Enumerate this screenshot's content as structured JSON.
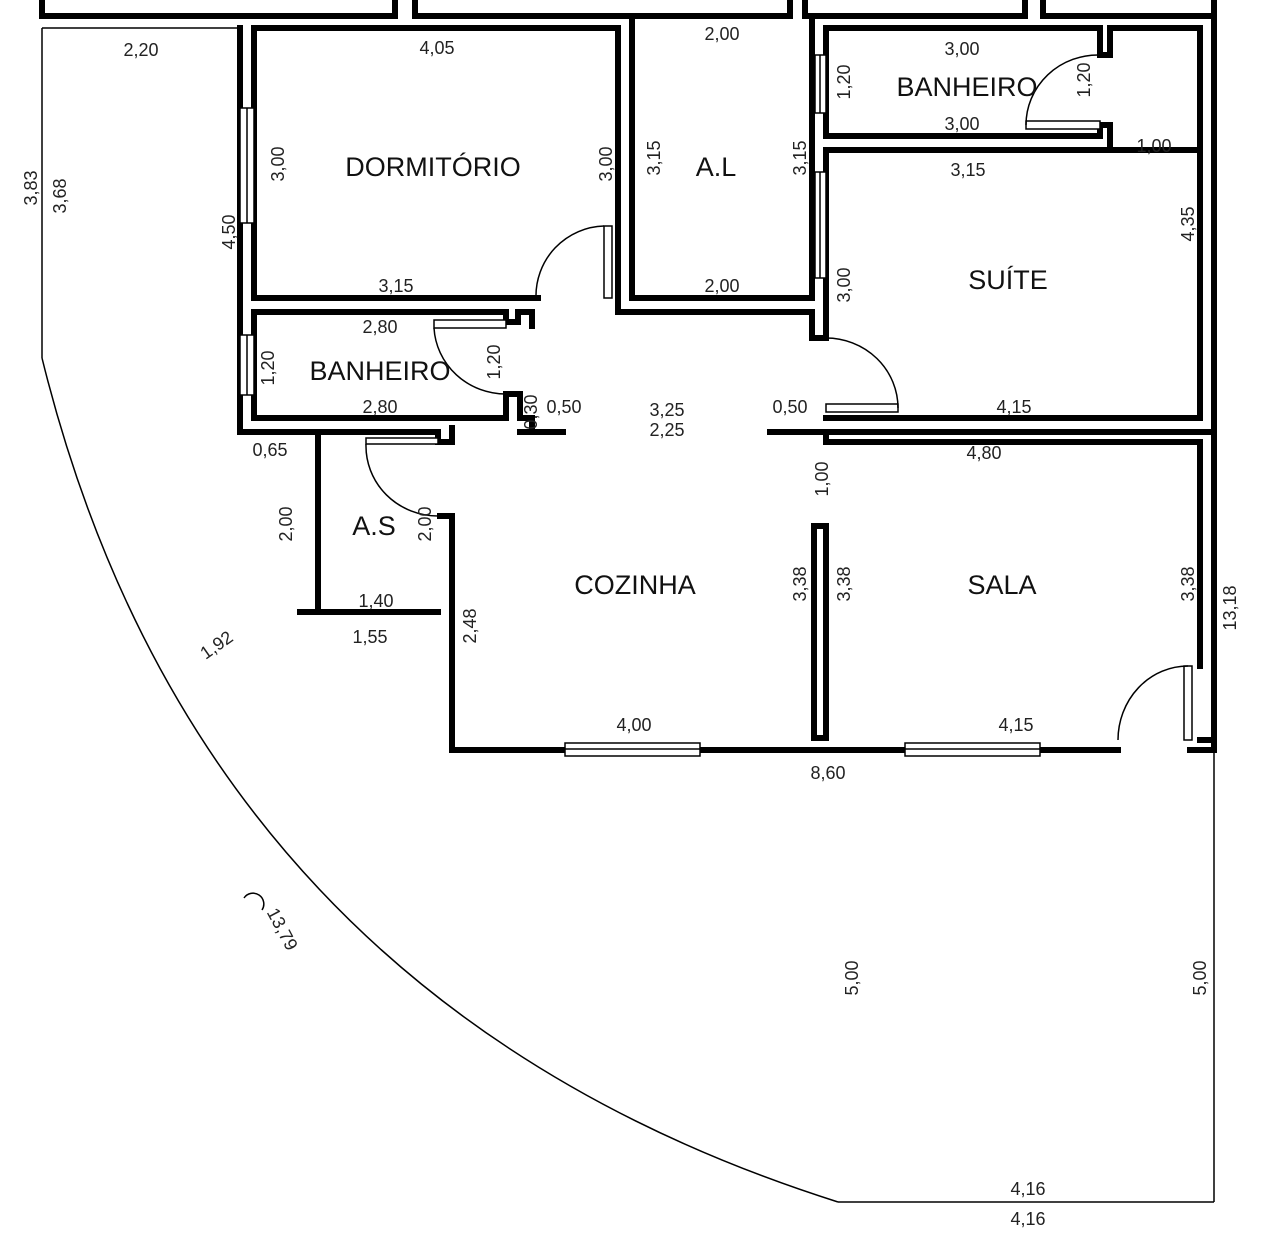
{
  "rooms": {
    "dormitorio": "DORMITÓRIO",
    "area_luz": "A.L",
    "banheiro_suite": "BANHEIRO",
    "suite": "SUÍTE",
    "banheiro_social": "BANHEIRO",
    "area_servico": "A.S",
    "cozinha": "COZINHA",
    "sala": "SALA"
  },
  "dimensions": {
    "left_top": "2,20",
    "dorm_top": "4,05",
    "al_top": "2,00",
    "ban_suite_top": "3,00",
    "ban_suite_bottom": "3,00",
    "ban_suite_left": "1,20",
    "ban_suite_right": "1,20",
    "suite_right_offset": "1,00",
    "suite_top": "3,15",
    "suite_right": "4,35",
    "suite_left": "3,00",
    "suite_bottom": "4,15",
    "outer_left_a": "3,83",
    "outer_left_b": "3,68",
    "dorm_left": "3,00",
    "dorm_right": "3,00",
    "al_left": "3,15",
    "al_right": "3,15",
    "dorm_outer_left": "4,50",
    "dorm_bottom": "3,15",
    "al_bottom": "2,00",
    "ban_social_top": "2,80",
    "ban_social_bottom": "2,80",
    "ban_social_left": "1,20",
    "ban_social_right": "1,20",
    "hall_stub_v": "0,30",
    "hall_stub_h": "0,50",
    "hall_width_a": "3,25",
    "hall_width_b": "2,25",
    "hall_right_stub": "0,50",
    "as_top_left": "0,65",
    "as_left": "2,00",
    "as_right": "2,00",
    "as_bottom": "1,40",
    "as_outer_bottom": "1,55",
    "arc_segment": "1,92",
    "arc_total": "13,79",
    "sala_top": "4,80",
    "cozinha_sala_opening": "1,00",
    "cozinha_left": "2,48",
    "cozinha_right": "3,38",
    "sala_left": "3,38",
    "sala_right": "3,38",
    "outer_right": "13,18",
    "cozinha_bottom": "4,00",
    "sala_bottom": "4,15",
    "house_bottom": "8,60",
    "lot_inner": "5,00",
    "lot_right": "5,00",
    "lot_bottom_a": "4,16",
    "lot_bottom_b": "4,16"
  }
}
